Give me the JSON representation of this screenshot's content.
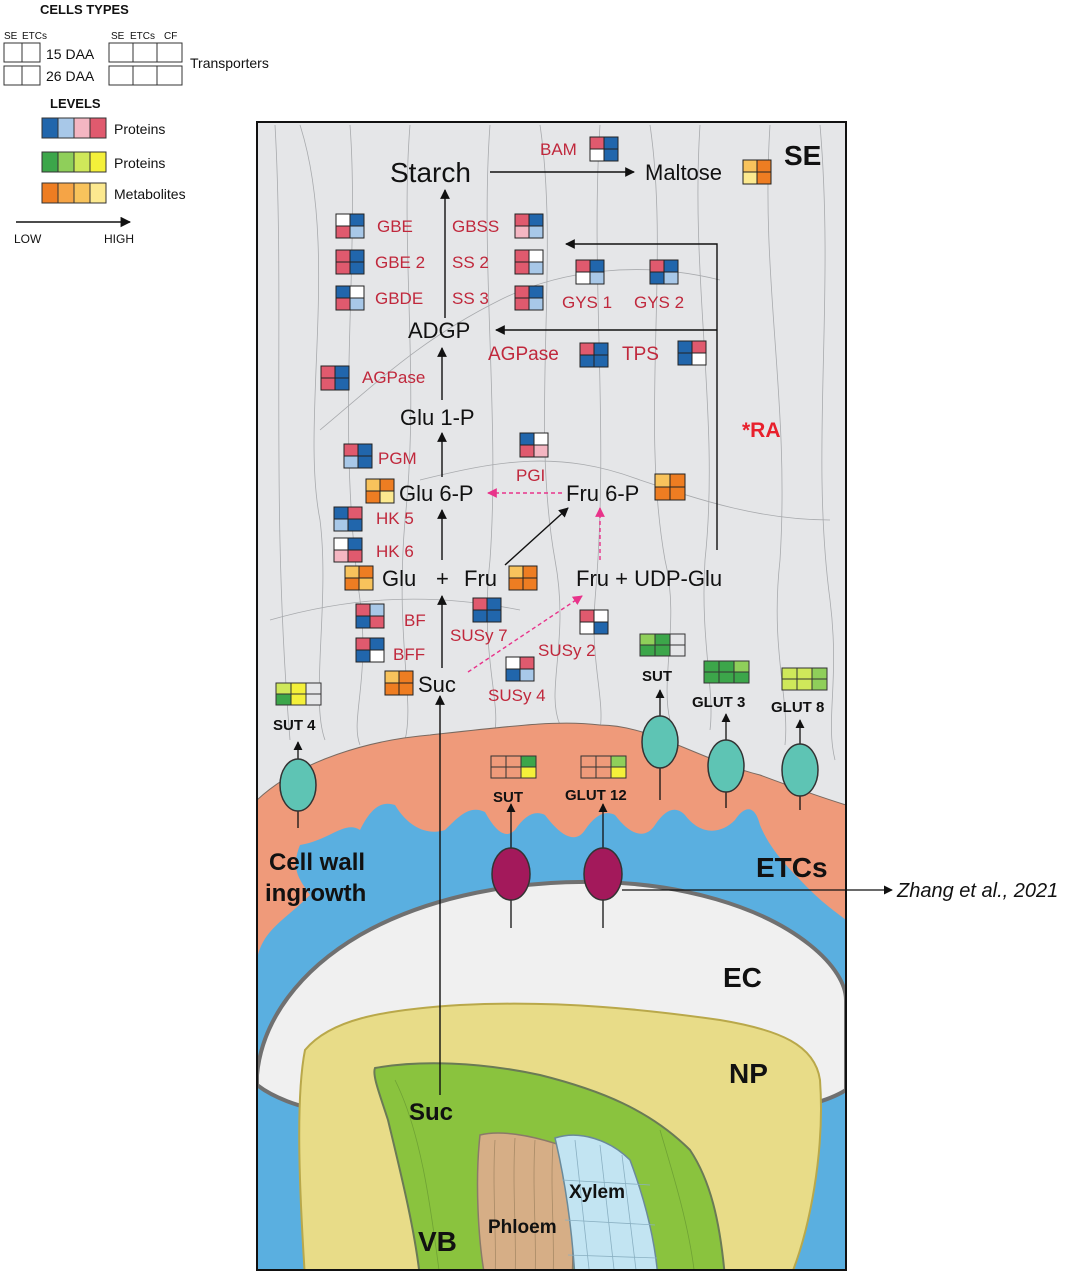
{
  "legend": {
    "cell_types_title": "CELLS TYPES",
    "col_se": "SE",
    "col_etcs": "ETCs",
    "col_se2": "SE",
    "col_etcs2": "ETCs",
    "col_cf": "CF",
    "row_15": "15 DAA",
    "row_26": "26 DAA",
    "transporters": "Transporters",
    "levels_title": "LEVELS",
    "proteins_a": "Proteins",
    "proteins_b": "Proteins",
    "metabolites": "Metabolites",
    "low": "LOW",
    "high": "HIGH",
    "colors": {
      "protein_blue_scale": [
        "#2166ac",
        "#a8c8e8",
        "#f4b6c2",
        "#e05a6e"
      ],
      "protein_green_scale": [
        "#3ca64a",
        "#8fcf5a",
        "#cfe85a",
        "#f4f03a"
      ],
      "metabolite_scale": [
        "#ee7d22",
        "#f5a446",
        "#f8c35c",
        "#fce98f"
      ]
    }
  },
  "metabolites": {
    "starch": "Starch",
    "maltose": "Maltose",
    "adgp": "ADGP",
    "glu1p": "Glu 1-P",
    "glu6p": "Glu 6-P",
    "fru6p": "Fru 6-P",
    "glu": "Glu",
    "plus1": "+",
    "fru": "Fru",
    "fru_udp": "Fru + UDP-Glu",
    "suc": "Suc",
    "suc_vb": "Suc"
  },
  "enzymes": {
    "bam": "BAM",
    "gbe": "GBE",
    "gbe2": "GBE 2",
    "gbde": "GBDE",
    "gbss": "GBSS",
    "ss2": "SS 2",
    "ss3": "SS 3",
    "gys1": "GYS 1",
    "gys2": "GYS 2",
    "agpase_right": "AGPase",
    "tps": "TPS",
    "agpase_left": "AGPase",
    "pgm": "PGM",
    "pgi": "PGI",
    "hk5": "HK 5",
    "hk6": "HK 6",
    "bf": "BF",
    "bff": "BFF",
    "susy7": "SUSy 7",
    "susy2": "SUSy 2",
    "susy4": "SUSy 4",
    "ra": "*RA"
  },
  "transporters": {
    "sut4": "SUT 4",
    "sut_se": "SUT",
    "glut3": "GLUT 3",
    "glut8": "GLUT 8",
    "sut_etc": "SUT",
    "glut12": "GLUT 12"
  },
  "regions": {
    "se": "SE",
    "etcs": "ETCs",
    "ec": "EC",
    "np": "NP",
    "vb": "VB",
    "phloem": "Phloem",
    "xylem": "Xylem",
    "cell_wall_1": "Cell wall",
    "cell_wall_2": "ingrowth"
  },
  "reference": "Zhang et al., 2021"
}
